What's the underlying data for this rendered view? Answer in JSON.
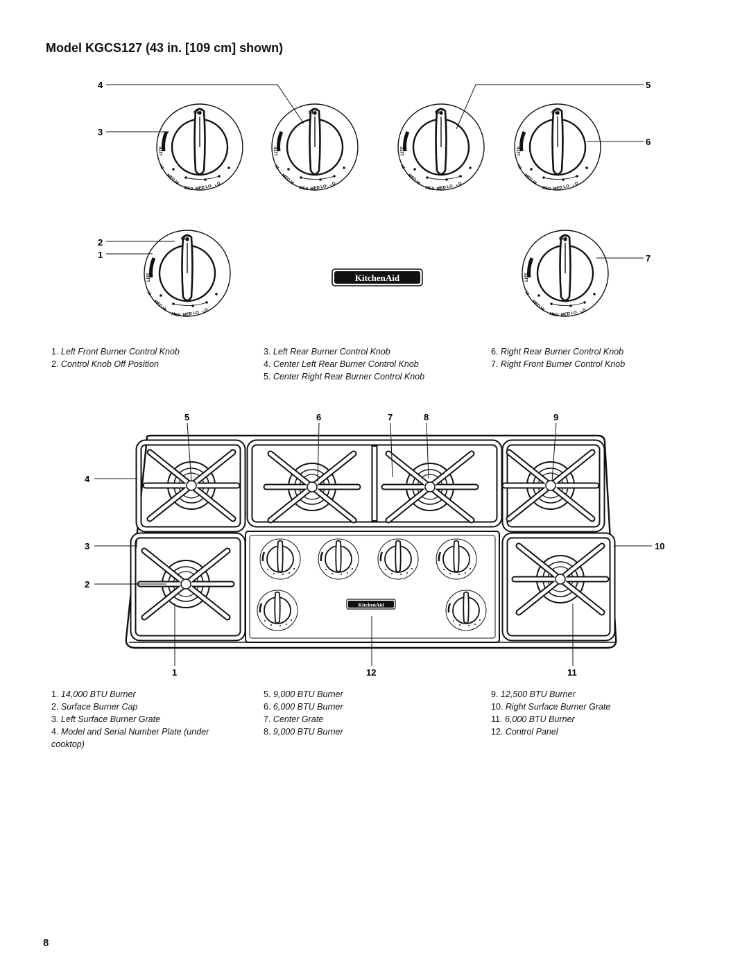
{
  "title": "Model KGCS127 (43 in. [109 cm] shown)",
  "brand": "KitchenAid",
  "page_number": "8",
  "knob_dial_labels": {
    "off": "OFF",
    "lite": "LITE",
    "hi": "HI",
    "med_hi": "MED HI",
    "med": "MED",
    "med_lo": "MED LO",
    "lo": "LO"
  },
  "figure1": {
    "callouts": [
      "1",
      "2",
      "3",
      "4",
      "5",
      "6",
      "7"
    ],
    "legend": [
      {
        "num": "1.",
        "text": "Left Front Burner Control Knob"
      },
      {
        "num": "2.",
        "text": "Control Knob Off Position"
      },
      {
        "num": "3.",
        "text": "Left Rear Burner Control Knob"
      },
      {
        "num": "4.",
        "text": "Center Left Rear Burner Control Knob"
      },
      {
        "num": "5.",
        "text": "Center Right Rear Burner Control Knob"
      },
      {
        "num": "6.",
        "text": "Right Rear Burner Control Knob"
      },
      {
        "num": "7.",
        "text": "Right Front Burner Control Knob"
      }
    ]
  },
  "figure2": {
    "callouts": [
      "1",
      "2",
      "3",
      "4",
      "5",
      "6",
      "7",
      "8",
      "9",
      "10",
      "11",
      "12"
    ],
    "legend": [
      {
        "num": "1.",
        "text": "14,000 BTU Burner"
      },
      {
        "num": "2.",
        "text": "Surface Burner Cap"
      },
      {
        "num": "3.",
        "text": "Left Surface Burner Grate"
      },
      {
        "num": "4.",
        "text": "Model and Serial Number Plate (under cooktop)"
      },
      {
        "num": "5.",
        "text": "9,000 BTU Burner"
      },
      {
        "num": "6.",
        "text": "6,000 BTU Burner"
      },
      {
        "num": "7.",
        "text": "Center Grate"
      },
      {
        "num": "8.",
        "text": "9,000 BTU Burner"
      },
      {
        "num": "9.",
        "text": "12,500 BTU Burner"
      },
      {
        "num": "10.",
        "text": "Right Surface Burner Grate"
      },
      {
        "num": "11.",
        "text": "6,000 BTU Burner"
      },
      {
        "num": "12.",
        "text": "Control Panel"
      }
    ]
  }
}
